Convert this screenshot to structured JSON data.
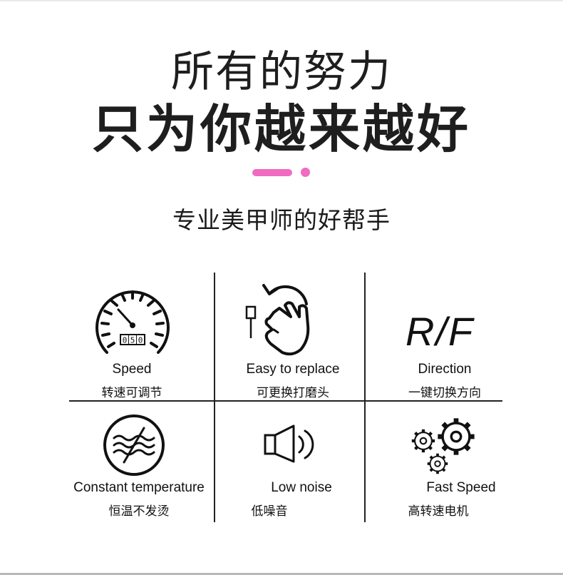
{
  "headline": {
    "line1": "所有的努力",
    "line2": "只为你越来越好"
  },
  "subtitle": "专业美甲师的好帮手",
  "accent_color": "#f06bc1",
  "features": [
    {
      "icon": "speedometer-icon",
      "en": "Speed",
      "zh": "转速可调节",
      "odometer": "050"
    },
    {
      "icon": "hand-replace-icon",
      "en": "Easy to replace",
      "zh": "可更换打磨头"
    },
    {
      "icon": "rf-text",
      "en": "Direction",
      "zh": "一键切换方向",
      "rf": "R/F"
    },
    {
      "icon": "wavy-heat-icon",
      "en": "Constant temperature",
      "zh": "恒温不发烫"
    },
    {
      "icon": "speaker-icon",
      "en": "Low noise",
      "zh": "低噪音"
    },
    {
      "icon": "gears-icon",
      "en": "Fast Speed",
      "zh": "高转速电机"
    }
  ]
}
